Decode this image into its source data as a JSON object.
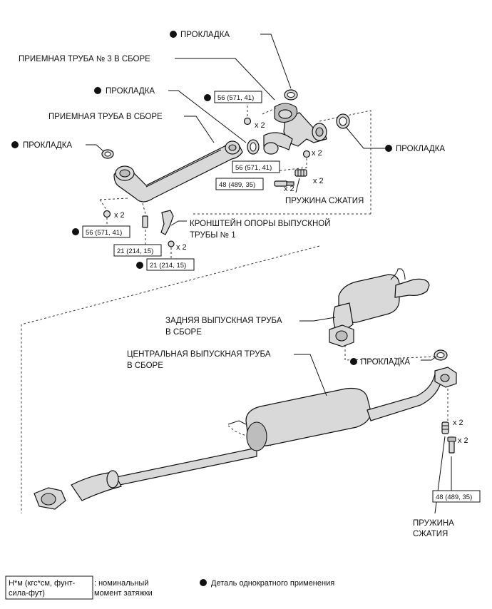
{
  "labels": {
    "gasket_top": "ПРОКЛАДКА",
    "front_pipe_3": "ПРИЕМНАЯ ТРУБА № 3 В СБОРЕ",
    "gasket_mid": "ПРОКЛАДКА",
    "front_pipe": "ПРИЕМНАЯ ТРУБА В СБОРЕ",
    "gasket_left": "ПРОКЛАДКА",
    "gasket_right": "ПРОКЛАДКА",
    "spring_upper": "ПРУЖИНА СЖАТИЯ",
    "bracket_line1": "КРОНШТЕЙН ОПОРЫ ВЫПУСКНОЙ",
    "bracket_line2": "ТРУБЫ № 1",
    "tail_pipe_line1": "ЗАДНЯЯ ВЫПУСКНАЯ ТРУБА",
    "tail_pipe_line2": "В СБОРЕ",
    "center_pipe_line1": "ЦЕНТРАЛЬНАЯ ВЫПУСКНАЯ ТРУБА",
    "center_pipe_line2": "В СБОРЕ",
    "gasket_lower": "ПРОКЛАДКА",
    "spring_lower_line1": "ПРУЖИНА",
    "spring_lower_line2": "СЖАТИЯ"
  },
  "torques": {
    "t_56_top": "56 (571, 41)",
    "t_56_mid": "56 (571, 41)",
    "t_48_top": "48 (489, 35)",
    "t_56_left": "56 (571, 41)",
    "t_21_a": "21 (214, 15)",
    "t_21_b": "21 (214, 15)",
    "t_48_bottom": "48 (489, 35)"
  },
  "multipliers": {
    "m1": "x 2",
    "m2": "x 2",
    "m3": "x 2",
    "m4": "x 2",
    "m5": "x 2",
    "m6": "x 2",
    "m7": "x 2",
    "m8": "x 2"
  },
  "legend": {
    "torque_box_line1": "Н*м (кгс*см, фунт-",
    "torque_box_line2": "сила-фут)",
    "torque_desc_line1": ": номинальный",
    "torque_desc_line2": "момент затяжки",
    "single_use": "Деталь однократного применения"
  }
}
